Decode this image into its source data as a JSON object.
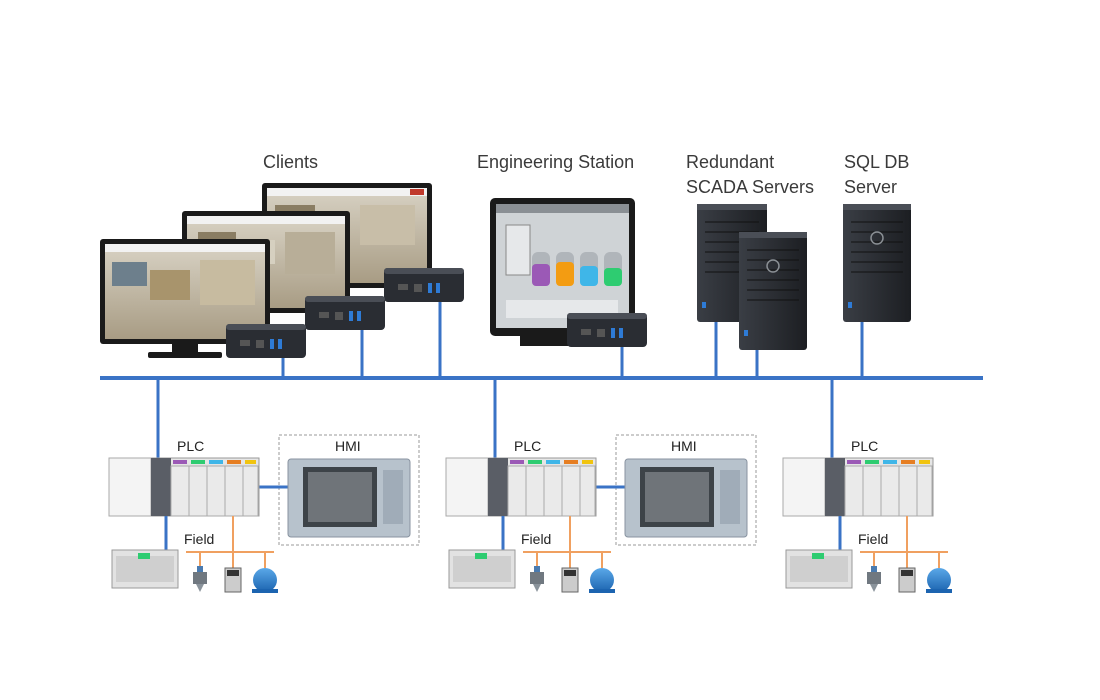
{
  "labels": {
    "clients": "Clients",
    "engineering_station": "Engineering Station",
    "redundant_scada_line1": "Redundant",
    "redundant_scada_line2": "SCADA Servers",
    "sql_line1": "SQL DB",
    "sql_line2": "Server",
    "plc": "PLC",
    "hmi": "HMI",
    "field": "Field"
  },
  "colors": {
    "network_bus": "#3a73c6",
    "field_bus": "#f0a060",
    "server_body": "#2a2d33",
    "hmi_border": "#999999"
  },
  "icons": [
    "monitor-icon",
    "mini-pc-icon",
    "tower-server-icon",
    "plc-rack-icon",
    "hmi-panel-icon",
    "io-module-icon",
    "valve-icon",
    "drive-icon",
    "motor-icon"
  ]
}
